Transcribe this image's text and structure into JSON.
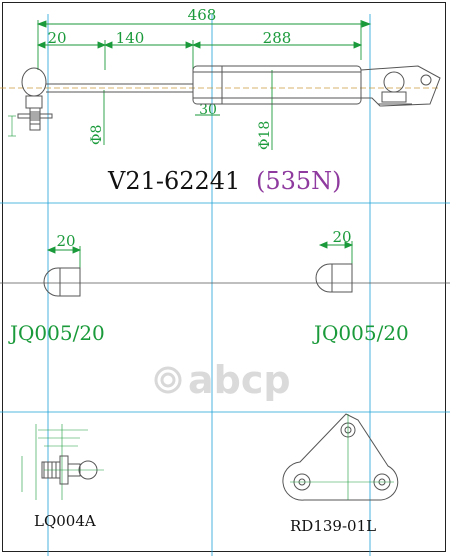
{
  "drawing": {
    "dimensions": {
      "overall_length": "468",
      "end_fitting": "20",
      "stroke": "140",
      "body_length": "288",
      "piston_offset": "30",
      "rod_diameter": "Φ8",
      "tube_diameter": "Φ18"
    },
    "part": {
      "number": "V21-62241",
      "force": "(535N)"
    },
    "fittings": {
      "left": {
        "dimension": "20",
        "code": "JQ005/20"
      },
      "right": {
        "dimension": "20",
        "code": "JQ005/20"
      },
      "ball_stud": {
        "code": "LQ004A"
      },
      "bracket": {
        "code": "RD139-01L"
      }
    },
    "watermark": "abcp",
    "colors": {
      "dimension": "#1a9a3a",
      "grid_lines": "#1ea0d8",
      "part_number": "#111111",
      "force": "#8e3a9e",
      "watermark": "#d8d8d8",
      "outline": "#555555"
    }
  }
}
